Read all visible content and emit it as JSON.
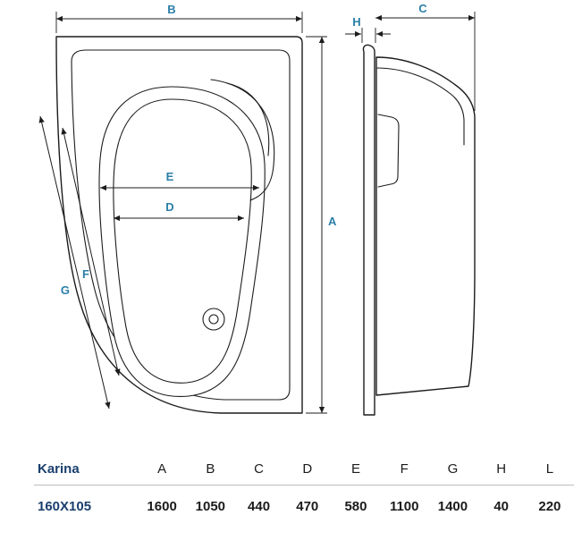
{
  "colors": {
    "dim-label": "#2b7fa8",
    "model-text": "#1a3f6e",
    "line": "#1c1c1c",
    "divider": "#bdbdbd"
  },
  "diagram": {
    "plan": {
      "b": "B",
      "a": "A",
      "e": "E",
      "d": "D",
      "f": "F",
      "g": "G"
    },
    "side": {
      "h": "H",
      "c": "C"
    }
  },
  "table": {
    "model": "Karina",
    "size": "160X105",
    "columns": [
      "A",
      "B",
      "C",
      "D",
      "E",
      "F",
      "G",
      "H",
      "L"
    ],
    "values": [
      "1600",
      "1050",
      "440",
      "470",
      "580",
      "1100",
      "1400",
      "40",
      "220"
    ]
  }
}
